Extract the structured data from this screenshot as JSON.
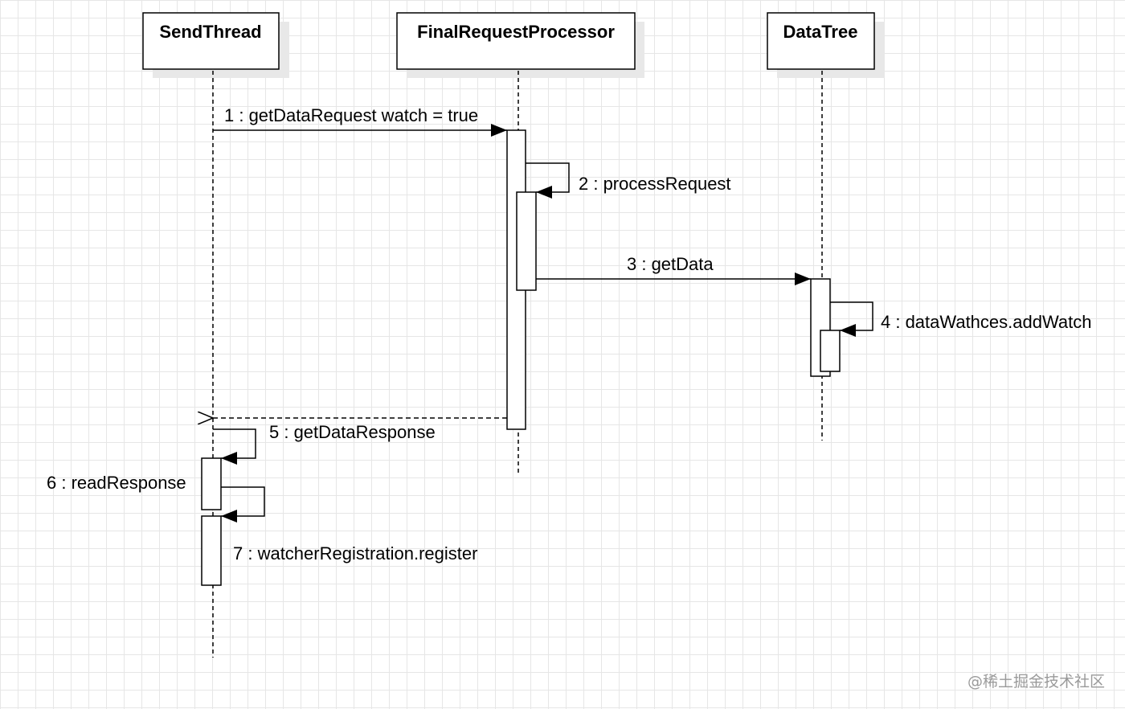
{
  "participants": [
    {
      "name": "SendThread"
    },
    {
      "name": "FinalRequestProcessor"
    },
    {
      "name": "DataTree"
    }
  ],
  "messages": [
    {
      "label": "1 : getDataRequest watch = true",
      "type": "sync"
    },
    {
      "label": "2 : processRequest",
      "type": "self"
    },
    {
      "label": "3 : getData",
      "type": "sync"
    },
    {
      "label": "4 : dataWathces.addWatch",
      "type": "self"
    },
    {
      "label": "5 : getDataResponse",
      "type": "return"
    },
    {
      "label": "6 : readResponse",
      "type": "self"
    },
    {
      "label": "7 : watcherRegistration.register",
      "type": "self"
    }
  ],
  "watermark": "@稀土掘金技术社区",
  "colors": {
    "line": "#000000",
    "shadow": "#e8e8e8",
    "grid": "#e6e6e6",
    "watermark": "#9a9a9a"
  }
}
